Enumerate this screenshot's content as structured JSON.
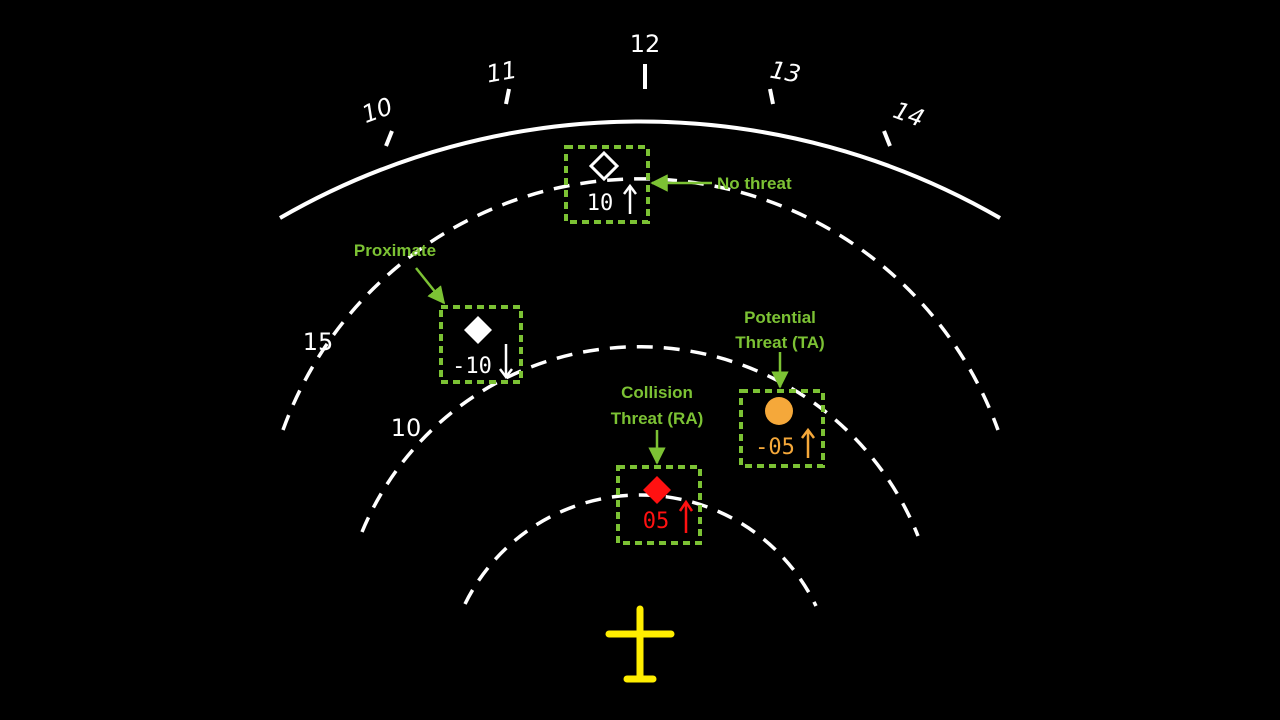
{
  "colors": {
    "background": "#000000",
    "scale": "#ffffff",
    "callout": "#7cc234",
    "ownship": "#ffee00",
    "no_threat": "#ffffff",
    "proximate": "#ffffff",
    "traffic_advisory": "#f5a83a",
    "resolution_advisory": "#ff1111"
  },
  "compass": {
    "headings": [
      "10",
      "11",
      "12",
      "13",
      "14"
    ]
  },
  "range_rings": {
    "outer_label": "15",
    "inner_label": "10"
  },
  "intruders": {
    "no_threat": {
      "symbol": "hollow-diamond-icon",
      "altitude": "10",
      "trend": "climbing",
      "callout": "No threat"
    },
    "proximate": {
      "symbol": "filled-diamond-icon",
      "altitude": "-10",
      "trend": "descending",
      "callout": "Proximate"
    },
    "traffic_advisory": {
      "symbol": "filled-circle-icon",
      "altitude": "-05",
      "trend": "climbing",
      "callout_line1": "Potential",
      "callout_line2": "Threat (TA)"
    },
    "resolution_advisory": {
      "symbol": "filled-square-icon",
      "altitude": "05",
      "trend": "climbing",
      "callout_line1": "Collision",
      "callout_line2": "Threat (RA)"
    }
  },
  "ownship": {
    "symbol": "aircraft-icon"
  }
}
